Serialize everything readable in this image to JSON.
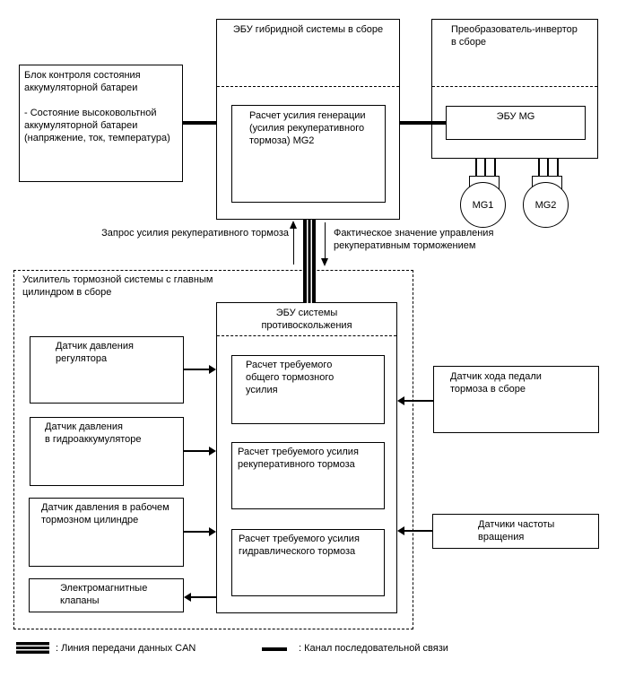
{
  "diagram": {
    "battery_box": {
      "text": "Блок контроля состояния\nаккумуляторной батареи\n\n- Состояние высоковольтной\nаккумуляторной батареи\n(напряжение, ток, температура)"
    },
    "hybrid_ecu_box": {
      "title": "ЭБУ гибридной системы в сборе",
      "calc": "Расчет усилия генерации\n(усилия рекуперативного\nтормоза) MG2"
    },
    "inverter_box": {
      "title": "Преобразователь-инвертор\nв сборе",
      "mg_ecu": "ЭБУ MG"
    },
    "motors": {
      "mg1": "MG1",
      "mg2": "MG2"
    },
    "flows": {
      "request": "Запрос усилия рекуперативного тормоза",
      "actual": "Фактическое значение управления\nрекуперативным торможением"
    },
    "brake_booster_box": {
      "title": "Усилитель тормозной системы с главным\nцилиндром в сборе"
    },
    "skid_ecu_box": {
      "title": "ЭБУ системы\nпротивоскольжения",
      "calc_total": "Расчет требуемого\nобщего тормозного\nусилия",
      "calc_regen": "Расчет требуемого усилия\nрекуперативного тормоза",
      "calc_hydraulic": "Расчет требуемого усилия\nгидравлического тормоза"
    },
    "sensors": {
      "regulator": "Датчик давления\nрегулятора",
      "accumulator": "Датчик давления\nв гидроаккумуляторе",
      "cylinder": "Датчик давления в рабочем\nтормозном цилиндре",
      "pedal": "Датчик хода педали\nтормоза в сборе",
      "speed": "Датчики частоты\nвращения"
    },
    "actuators": {
      "valves": "Электромагнитные\nклапаны"
    },
    "legend": {
      "can_label": ": Линия передачи данных CAN",
      "serial_label": ": Канал последовательной связи"
    },
    "colors": {
      "line": "#000000",
      "background": "#ffffff"
    }
  }
}
